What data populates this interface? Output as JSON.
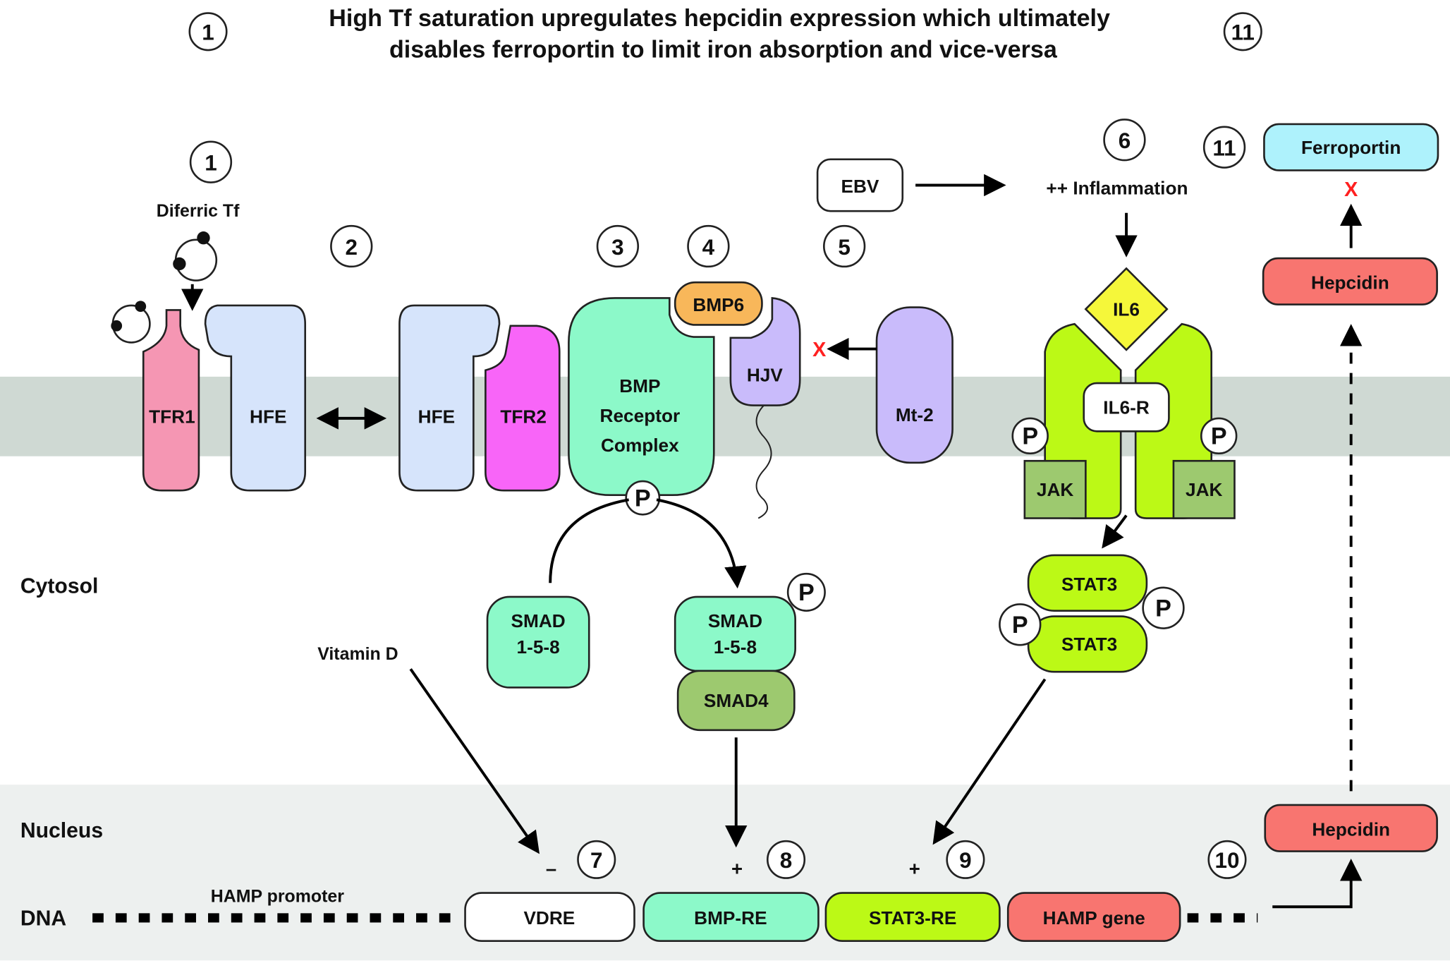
{
  "title": {
    "line1": "High Tf saturation upregulates hepcidin expression which ultimately",
    "line2": "disables ferroportin to limit iron absorption and vice-versa",
    "left_step": "1",
    "right_step": "11"
  },
  "steps": [
    "1",
    "2",
    "3",
    "4",
    "5",
    "6",
    "7",
    "8",
    "9",
    "10",
    "11"
  ],
  "regions": {
    "cytosol": "Cytosol",
    "nucleus": "Nucleus",
    "dna": "DNA"
  },
  "membrane": {
    "diferric_tf": "Diferric Tf",
    "tfr1": "TFR1",
    "hfe_left": "HFE",
    "hfe_right": "HFE",
    "tfr2": "TFR2",
    "bmp_receptor_line1": "BMP",
    "bmp_receptor_line2": "Receptor",
    "bmp_receptor_line3": "Complex",
    "bmp6": "BMP6",
    "hjv": "HJV",
    "mt2": "Mt-2",
    "il6": "IL6",
    "il6r": "IL6-R",
    "jak_left": "JAK",
    "jak_right": "JAK",
    "phospho": "P"
  },
  "signals": {
    "ebv": "EBV",
    "inflammation": "++ Inflammation",
    "inhibit_mark": "X",
    "ferroportin": "Ferroportin",
    "hepcidin_top": "Hepcidin",
    "hepcidin_nucleus": "Hepcidin"
  },
  "cytosol": {
    "smad_left_line1": "SMAD",
    "smad_left_line2": "1-5-8",
    "smad_right_line1": "SMAD",
    "smad_right_line2": "1-5-8",
    "smad4": "SMAD4",
    "stat3_top": "STAT3",
    "stat3_bottom": "STAT3",
    "vitamin_d": "Vitamin D"
  },
  "dna": {
    "promoter_label": "HAMP promoter",
    "vdre": "VDRE",
    "bmp_re": "BMP-RE",
    "stat3_re": "STAT3-RE",
    "hamp_gene": "HAMP gene",
    "vdre_effect": "–",
    "bmp_re_effect": "+",
    "stat3_re_effect": "+"
  },
  "colors": {
    "membrane_band": "#cfd9d3",
    "nucleus_band": "#edf0ef",
    "tfr1": "#f596b3",
    "hfe": "#d6e4fb",
    "tfr2": "#f865f8",
    "bmp_receptor": "#8cf9c9",
    "bmp6": "#f8b75a",
    "hjv_mt2": "#c9bbfb",
    "il6": "#f5f73a",
    "il6_receptor": "#bcf916",
    "jak_smad4": "#9dc96f",
    "hepcidin": "#f87570",
    "ferroportin": "#aef2fc",
    "inhibit": "#ff2020"
  }
}
